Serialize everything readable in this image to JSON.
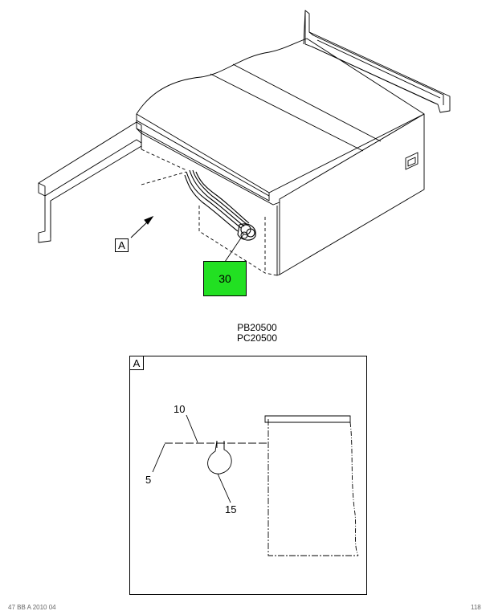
{
  "main_view": {
    "view_ref_label": "A",
    "highlight_color": "#22e022",
    "callouts": [
      {
        "id": "harness",
        "label": "30",
        "highlighted": true
      }
    ]
  },
  "model_codes": [
    "PB20500",
    "PC20500"
  ],
  "detail_view": {
    "label": "A",
    "callouts": [
      {
        "id": "callout-10",
        "label": "10"
      },
      {
        "id": "callout-5",
        "label": "5"
      },
      {
        "id": "callout-15",
        "label": "15"
      }
    ]
  },
  "footer": {
    "left": "47 BB A 2010 04",
    "right": "118"
  }
}
